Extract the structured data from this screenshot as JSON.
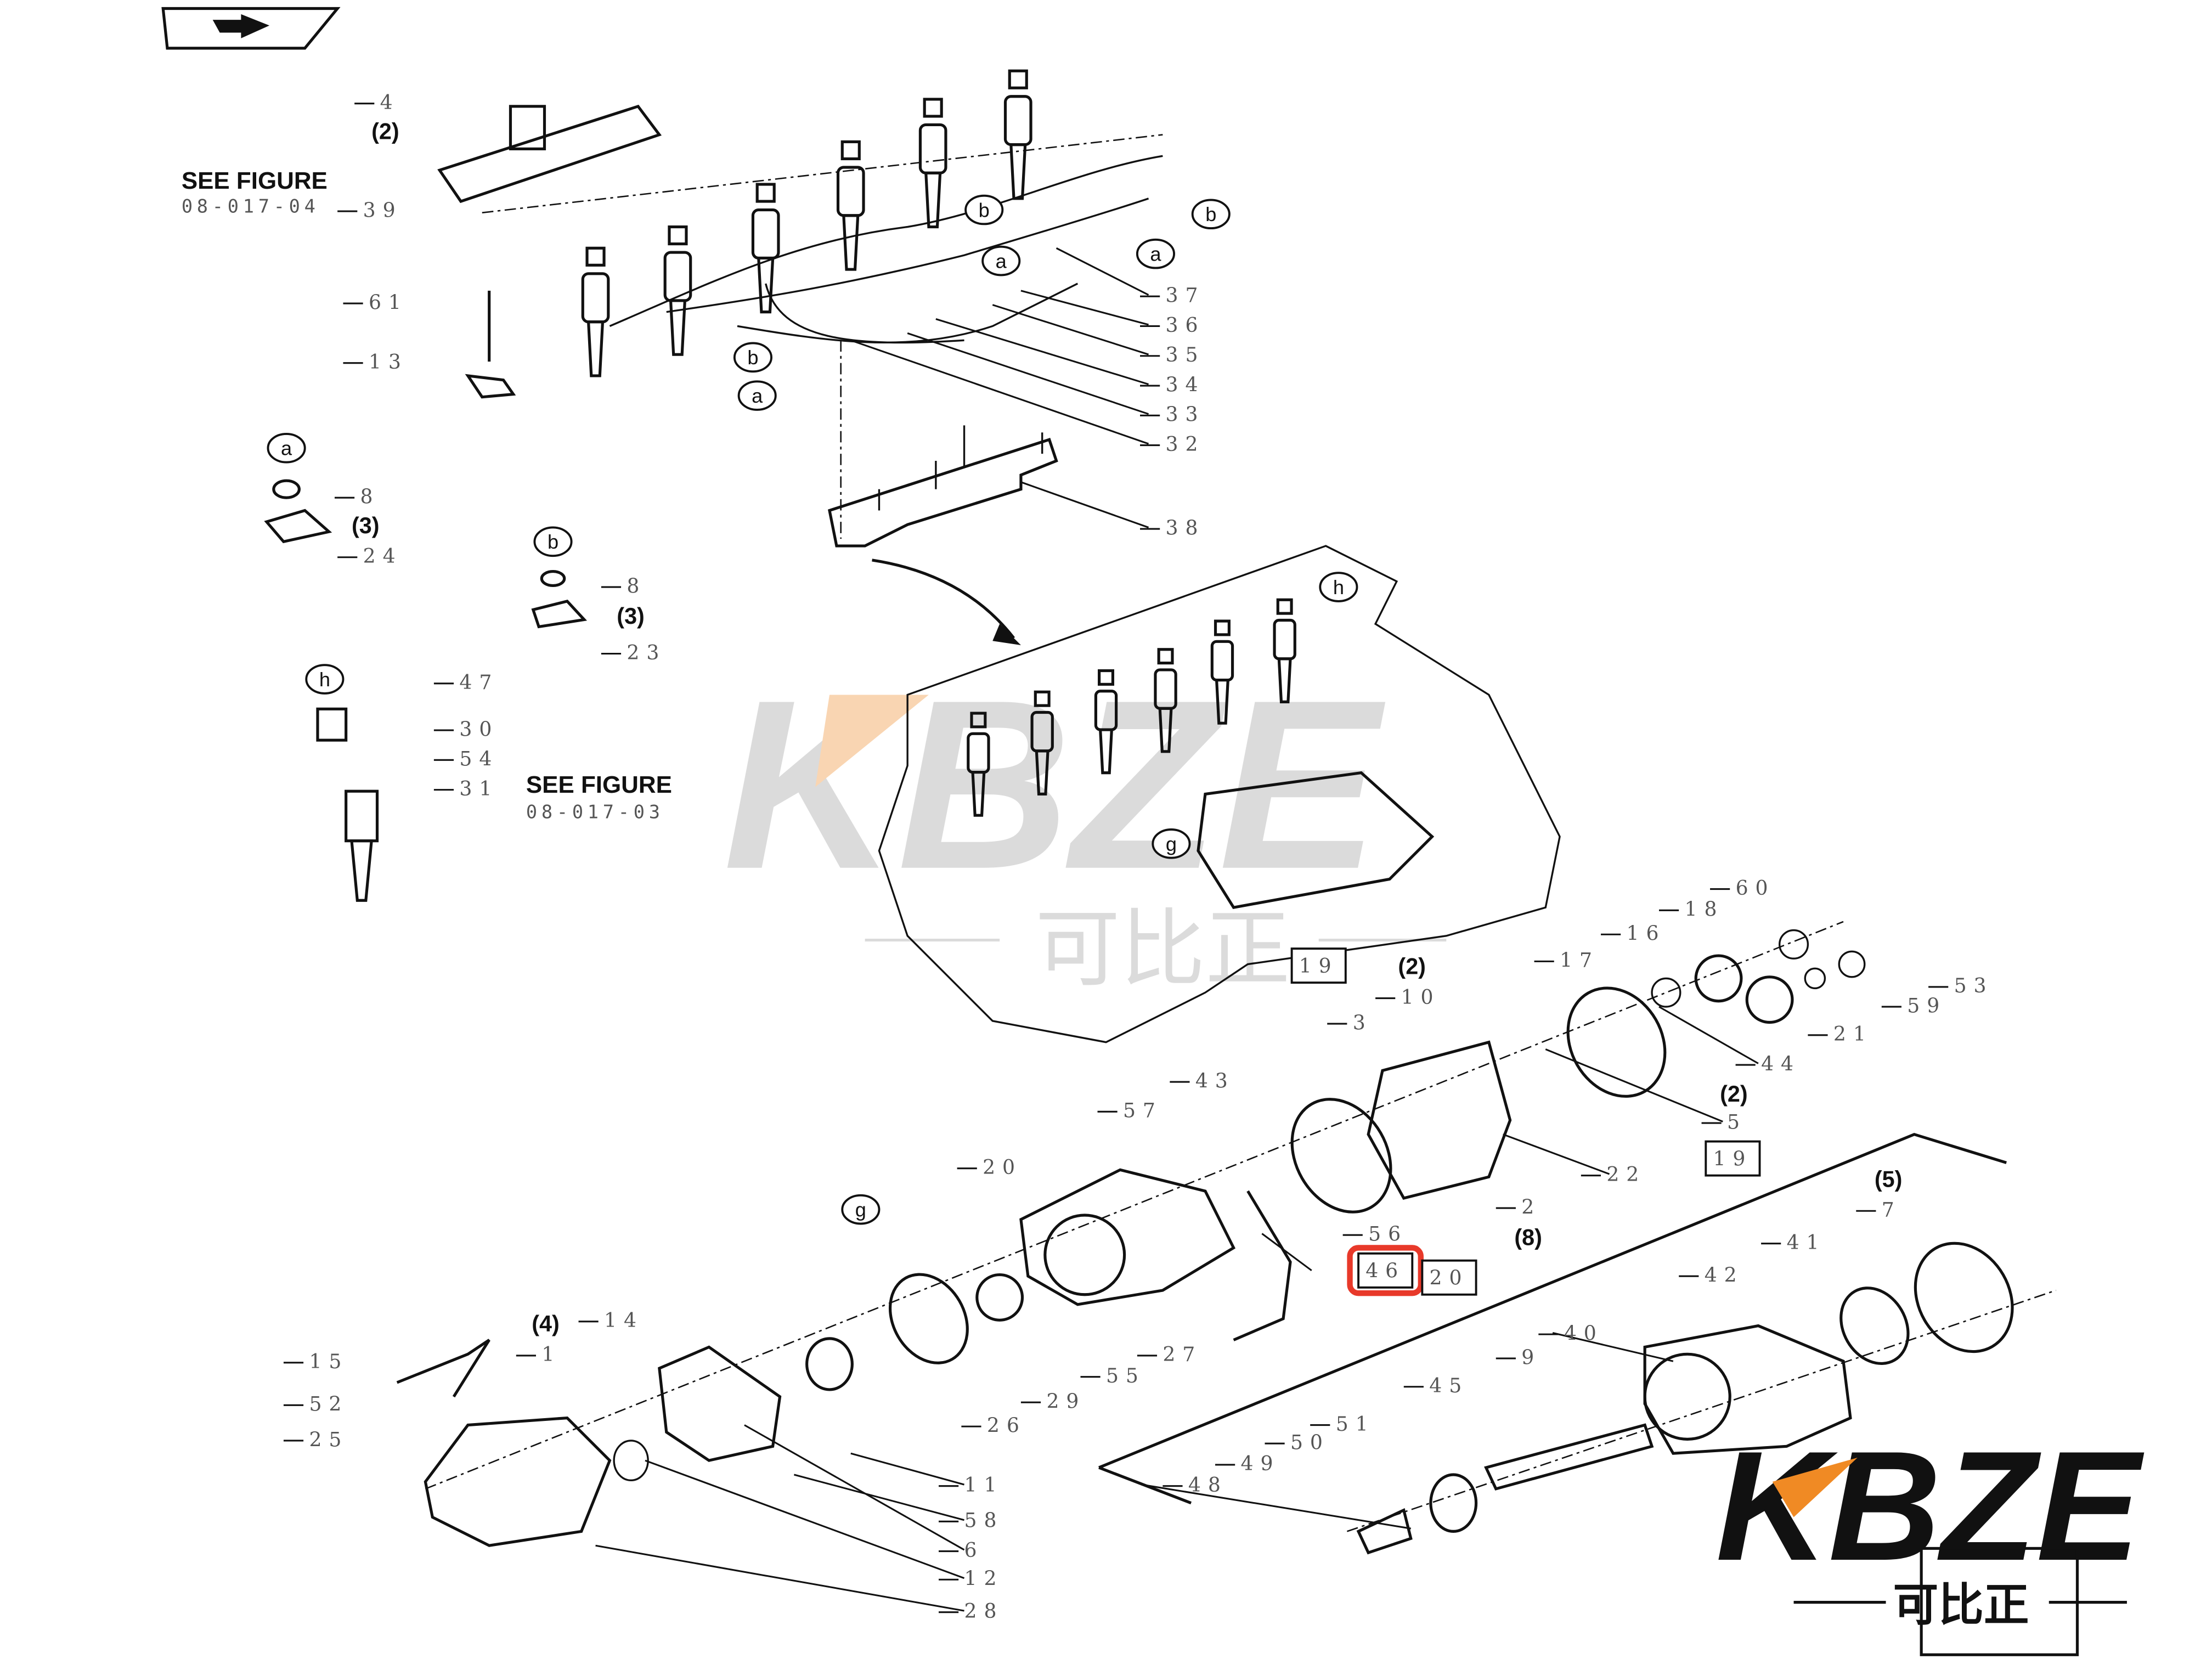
{
  "diagram": {
    "callouts": [
      "4",
      "(2)",
      "SEE FIGURE",
      "08-017-04",
      "39",
      "61",
      "13",
      "b",
      "b",
      "a",
      "a",
      "37",
      "36",
      "35",
      "34",
      "33",
      "32",
      "b",
      "a",
      "38",
      "a",
      "8",
      "(3)",
      "24",
      "b",
      "8",
      "(3)",
      "23",
      "h",
      "47",
      "30",
      "54",
      "31",
      "SEE FIGURE",
      "08-017-03",
      "h",
      "g",
      "19",
      "(2)",
      "10",
      "3",
      "60",
      "18",
      "16",
      "17",
      "53",
      "59",
      "21",
      "44",
      "(2)",
      "5",
      "43",
      "57",
      "22",
      "19",
      "2",
      "(8)",
      "56",
      "46",
      "20",
      "20",
      "g",
      "(5)",
      "7",
      "41",
      "42",
      "40",
      "9",
      "45",
      "51",
      "50",
      "49",
      "48",
      "27",
      "55",
      "29",
      "26",
      "(4)",
      "14",
      "1",
      "15",
      "52",
      "25",
      "11",
      "58",
      "6",
      "12",
      "28"
    ],
    "highlighted_callout": "46",
    "highlight_color": "#e8392a"
  },
  "watermark": {
    "center_logo": "KBZE",
    "center_subtitle": "可比正",
    "corner_logo": "KBZE",
    "corner_subtitle": "可比正",
    "accent_color": "#f08a24"
  }
}
